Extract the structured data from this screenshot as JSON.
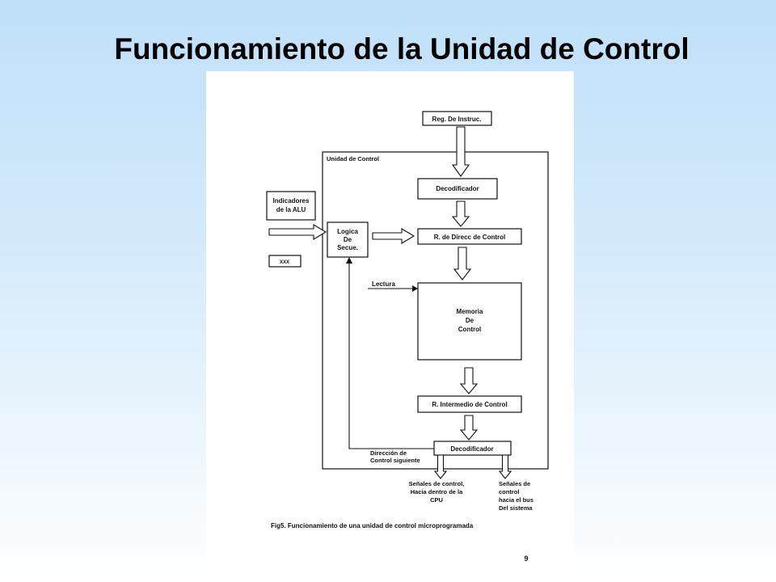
{
  "theme": {
    "background_top": "#bfe0fa",
    "background_middle": "#d6ebfb",
    "background_bottom": "#ffffff",
    "title_color": "#000000"
  },
  "slide": {
    "title": "Funcionamiento de la Unidad de Control",
    "page_mark": "9"
  },
  "diagram": {
    "container_label": "Unidad de Control",
    "instruction_register": "Reg. De Instruc.",
    "decoder_top": "Decodificador",
    "address_register": "R. de Direcc de Control",
    "alu_flags": [
      "Indicadores",
      "de la ALU"
    ],
    "small_box_label": "XXX",
    "sequencing_logic": [
      "Logica",
      "De",
      "Secue."
    ],
    "read_label": "Lectura",
    "control_memory": [
      "Memoria",
      "De",
      "Control"
    ],
    "buffer_register": "R. Intermedio de Control",
    "decoder_bottom": "Decodificador",
    "next_address_label": [
      "Dirección de",
      "Control siguiente"
    ],
    "internal_signals": [
      "Señales de control,",
      "Hacia dentro de la",
      "CPU"
    ],
    "bus_signals": [
      "Señales de",
      "control",
      "hacia el bus",
      "Del sistema"
    ],
    "caption": "Fig5. Funcionamiento de una unidad de control microprogramada"
  }
}
